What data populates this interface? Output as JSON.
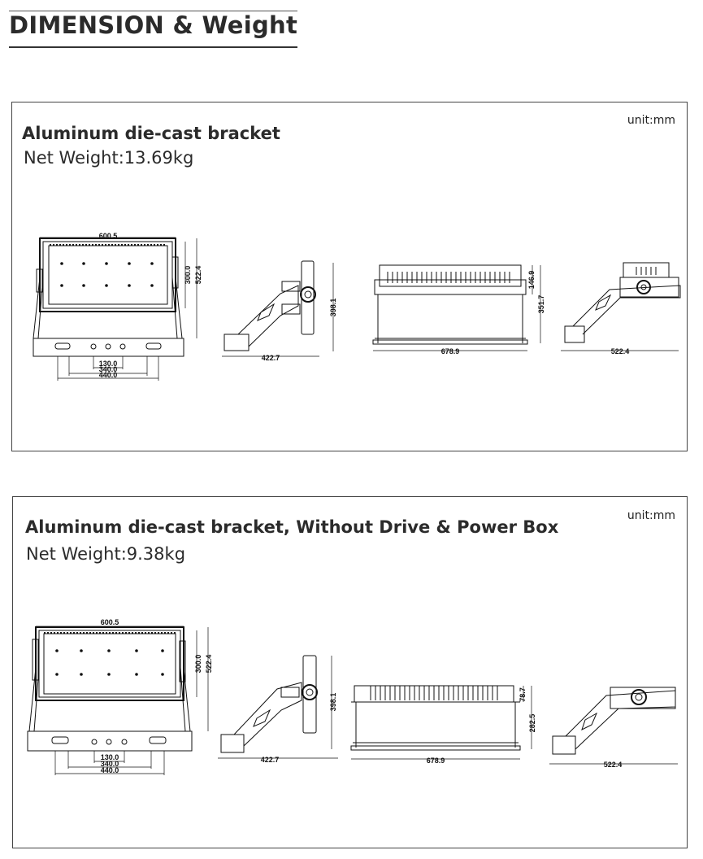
{
  "header": {
    "title": "DIMENSION & Weight"
  },
  "panels": [
    {
      "unit": "unit:mm",
      "title": "Aluminum die-cast bracket",
      "weight": "Net Weight:13.69kg",
      "front_view": {
        "width": "600.5",
        "h1": "300.0",
        "h2": "522.4",
        "d1": "130.0",
        "d2": "340.0",
        "d3": "440.0"
      },
      "side_view": {
        "depth": "422.7",
        "height": "398.1"
      },
      "rear_view": {
        "width": "678.9",
        "h1": "146.9",
        "h2": "351.7"
      },
      "side_view_2": {
        "depth": "522.4"
      }
    },
    {
      "unit": "unit:mm",
      "title": "Aluminum die-cast bracket, Without Drive & Power Box",
      "weight": "Net Weight:9.38kg",
      "front_view": {
        "width": "600.5",
        "h1": "300.0",
        "h2": "522.4",
        "d1": "130.0",
        "d2": "340.0",
        "d3": "440.0"
      },
      "side_view": {
        "depth": "422.7",
        "height": "398.1"
      },
      "rear_view": {
        "width": "678.9",
        "h1": "78.7",
        "h2": "282.5"
      },
      "side_view_2": {
        "depth": "522.4"
      }
    }
  ]
}
